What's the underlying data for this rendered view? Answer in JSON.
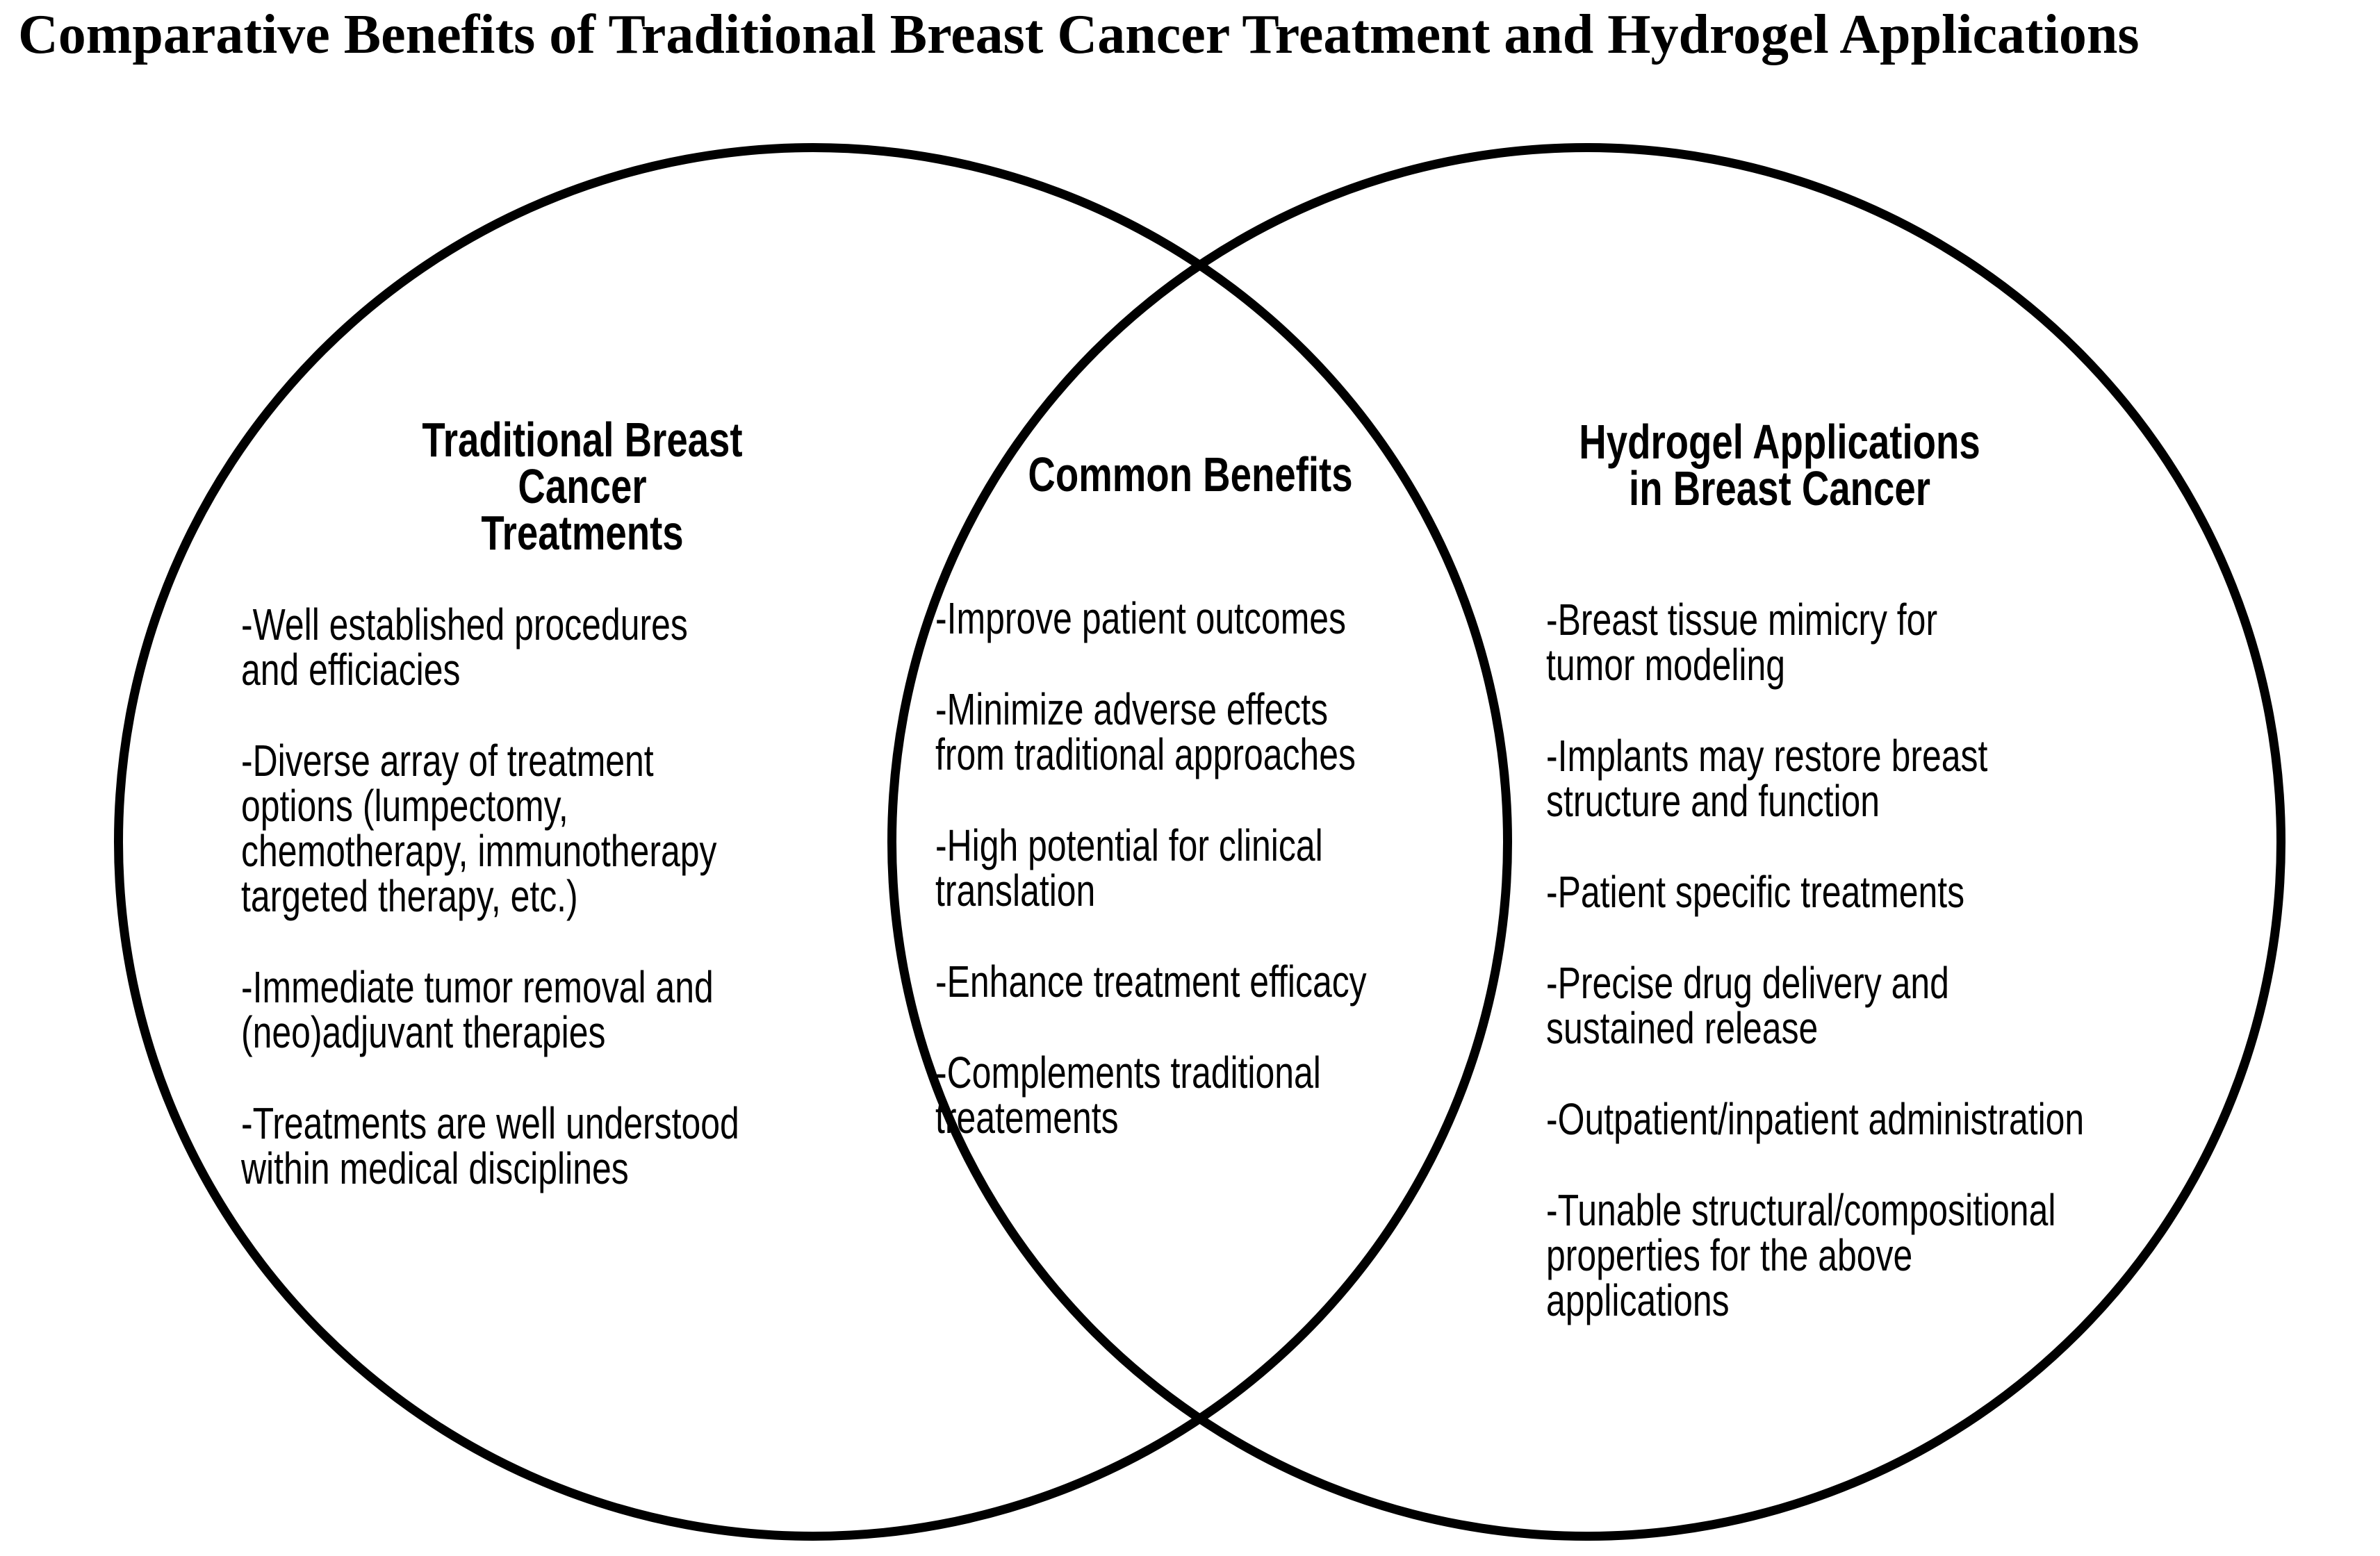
{
  "title": "Comparative Benefits of Traditional Breast Cancer Treatment and Hydrogel Applications",
  "colors": {
    "ink": "#000000",
    "background": "#ffffff"
  },
  "diagram": {
    "type": "venn",
    "left": {
      "heading": "Traditional Breast Cancer\nTreatments",
      "bullets": [
        "-Well established procedures\nand efficiacies",
        "-Diverse array of treatment\noptions (lumpectomy,\nchemotherapy, immunotherapy\ntargeted therapy, etc.)",
        "-Immediate tumor removal and\n(neo)adjuvant therapies",
        "-Treatments are well understood\nwithin medical disciplines"
      ]
    },
    "center": {
      "heading": "Common Benefits",
      "bullets": [
        "-Improve patient outcomes",
        "-Minimize adverse effects\nfrom traditional approaches",
        "-High potential for clinical\ntranslation",
        "-Enhance treatment efficacy",
        "-Complements traditional\ntreatements"
      ]
    },
    "right": {
      "heading": "Hydrogel Applications\nin Breast Cancer",
      "bullets": [
        "-Breast tissue mimicry for\ntumor modeling",
        "-Implants may restore breast\nstructure and function",
        "-Patient specific treatments",
        "-Precise drug delivery and\nsustained release",
        "-Outpatient/inpatient administration",
        "-Tunable structural/compositional\nproperties for the above\napplications"
      ]
    }
  }
}
